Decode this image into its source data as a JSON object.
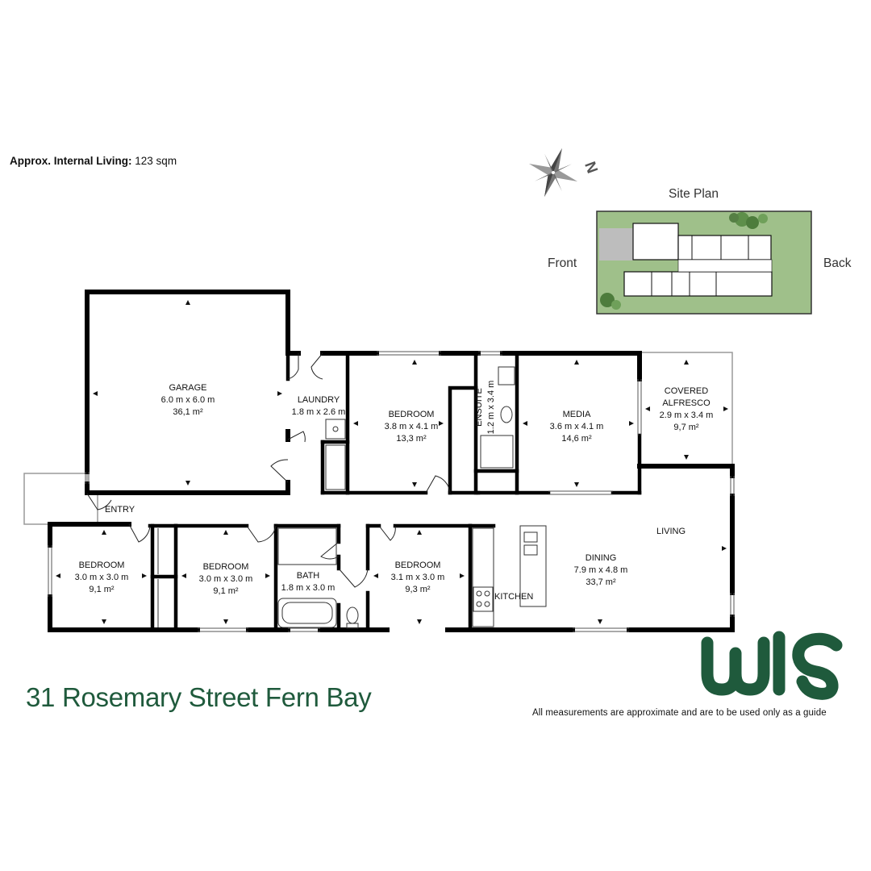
{
  "header": {
    "approx_label": "Approx. Internal Living:",
    "approx_value": "123 sqm"
  },
  "compass": {
    "north_letter": "N"
  },
  "site_plan": {
    "title": "Site Plan",
    "front_label": "Front",
    "back_label": "Back"
  },
  "rooms": {
    "garage": {
      "name": "GARAGE",
      "dims": "6.0 m x 6.0 m",
      "area": "36,1 m²"
    },
    "laundry": {
      "name": "LAUNDRY",
      "dims": "1.8 m x 2.6 m"
    },
    "bedroom_main": {
      "name": "BEDROOM",
      "dims": "3.8 m x 4.1 m",
      "area": "13,3 m²"
    },
    "ensuite": {
      "name": "ENSUITE",
      "dims": "1.2 m x 3.4 m"
    },
    "media": {
      "name": "MEDIA",
      "dims": "3.6 m x 4.1 m",
      "area": "14,6 m²"
    },
    "alfresco": {
      "name_line1": "COVERED",
      "name_line2": "ALFRESCO",
      "dims": "2.9 m x 3.4 m",
      "area": "9,7 m²"
    },
    "entry": {
      "name": "ENTRY"
    },
    "bedroom_1": {
      "name": "BEDROOM",
      "dims": "3.0 m x 3.0 m",
      "area": "9,1 m²"
    },
    "bedroom_2": {
      "name": "BEDROOM",
      "dims": "3.0 m x 3.0 m",
      "area": "9,1 m²"
    },
    "bath": {
      "name": "BATH",
      "dims": "1.8 m x 3.0 m"
    },
    "bedroom_3": {
      "name": "BEDROOM",
      "dims": "3.1 m x 3.0 m",
      "area": "9,3 m²"
    },
    "kitchen": {
      "name": "KITCHEN"
    },
    "living": {
      "name": "LIVING"
    },
    "dining": {
      "name": "DINING",
      "dims": "7.9 m x 4.8 m",
      "area": "33,7 m²"
    }
  },
  "footer": {
    "address": "31 Rosemary Street Fern Bay",
    "disclaimer": "All measurements are approximate and are to be used only as a guide",
    "logo_text": "wls"
  },
  "colors": {
    "brand_green": "#1f5a3c",
    "wall": "#000000",
    "lawn": "#9fc08a"
  }
}
